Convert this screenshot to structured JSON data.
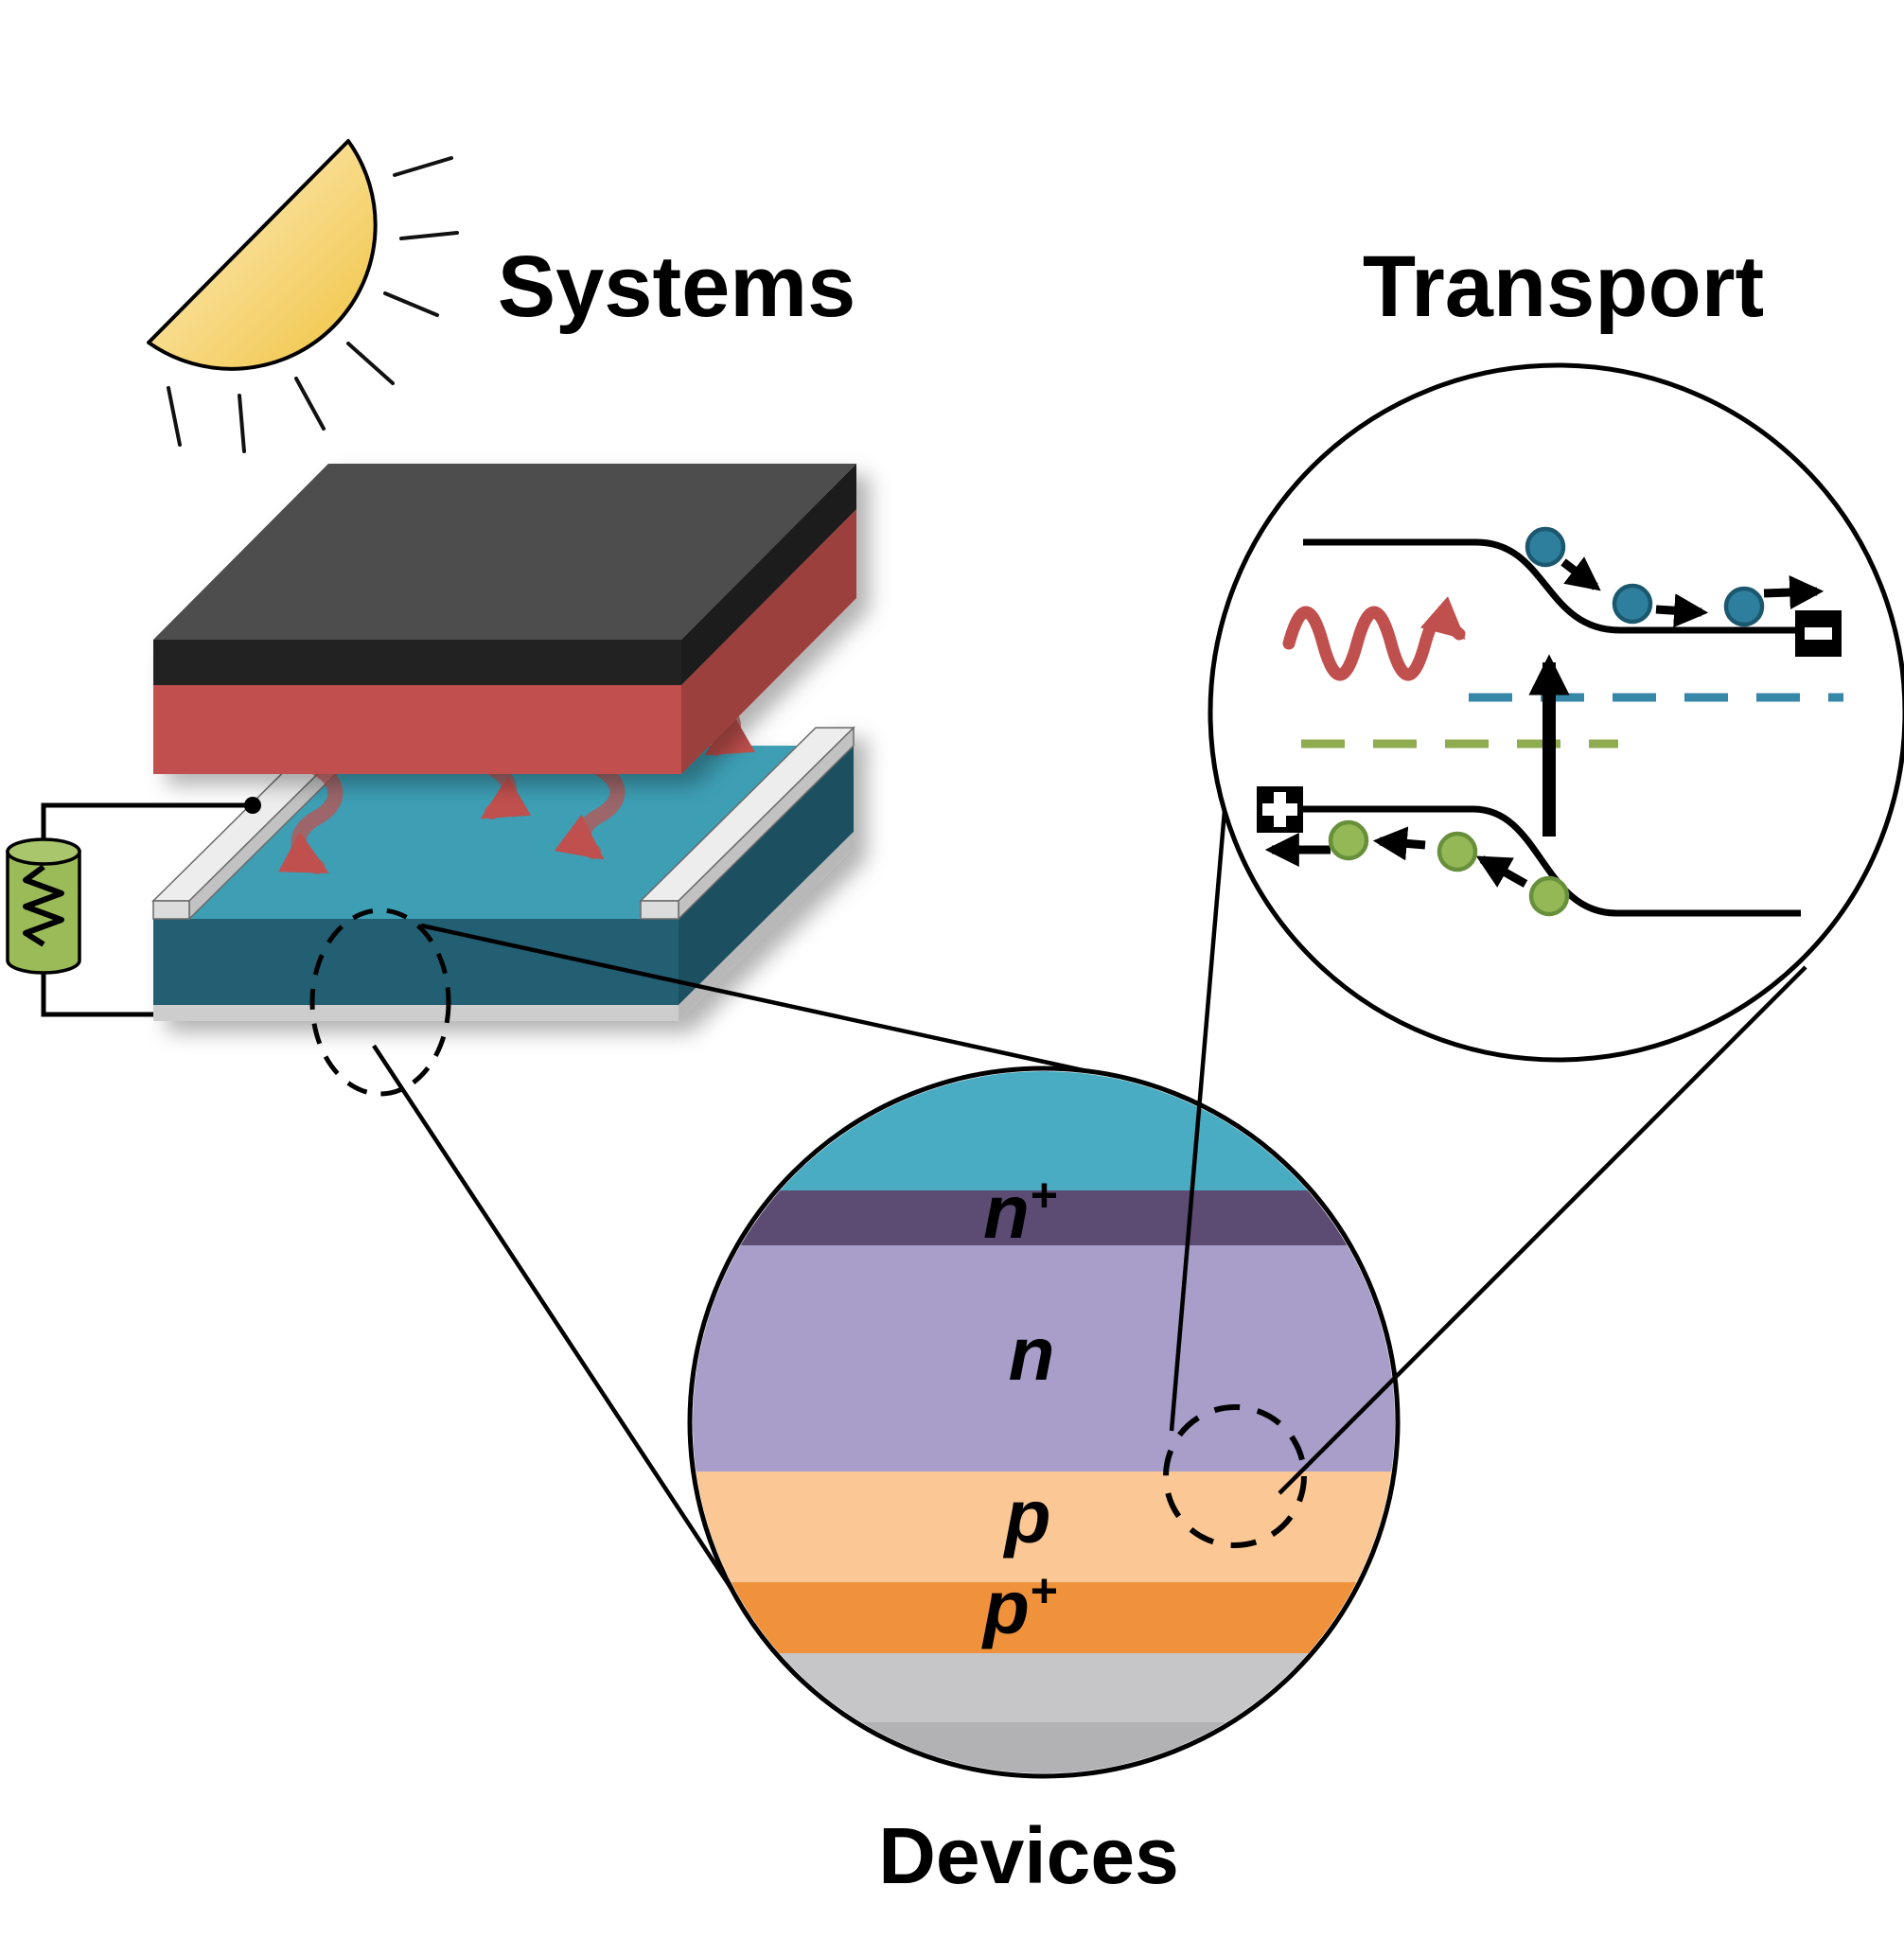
{
  "titles": {
    "systems": "Systems",
    "transport": "Transport",
    "devices": "Devices"
  },
  "device_layers": [
    {
      "label": "n",
      "sup": "+",
      "color": "#5C4C74"
    },
    {
      "label": "n",
      "sup": "",
      "color": "#A99DC9"
    },
    {
      "label": "p",
      "sup": "",
      "color": "#FAC795"
    },
    {
      "label": "p",
      "sup": "+",
      "color": "#F0913B"
    }
  ],
  "colors": {
    "window_teal": "#49ACC3",
    "substrate_gray": "#C6C6C8",
    "substrate_gray_dark": "#B2B2B4",
    "cell_top": "#3E9EB4",
    "cell_front": "#215E73",
    "cell_side": "#1A4F61",
    "electrode_top": "#4D4D4D",
    "electrode_front": "#242424",
    "electrode_side": "#1A1A1A",
    "emitter_front": "#C0504D",
    "emitter_side": "#9C403D",
    "photon_red": "#C0504D",
    "electron_fill": "#2E7F9D",
    "electron_stroke": "#1B586F",
    "hole_fill": "#93B855",
    "hole_stroke": "#68903B",
    "fermi_electron_dash": "#3787A9",
    "fermi_hole_dash": "#8FAC50",
    "resistor_green": "#9BBB59",
    "sun_gold": "#F2C441"
  }
}
